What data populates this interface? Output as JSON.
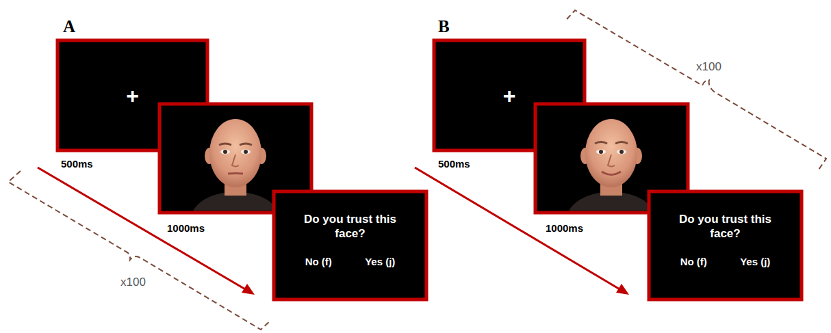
{
  "diagram": {
    "nodes": [
      {
        "text": [
          "+"
        ]
      },
      {
        "text": [
          "Do you trust this face?",
          "No (f)",
          "Yes (j)"
        ]
      },
      {
        "text": [
          "+"
        ]
      },
      {
        "text": [
          "Do you trust this face?",
          "No (f)",
          "Yes (j)"
        ]
      }
    ],
    "labels": [
      "A",
      "500ms",
      "1000ms",
      "x100",
      "B",
      "500ms",
      "1000ms",
      "x100"
    ]
  }
}
